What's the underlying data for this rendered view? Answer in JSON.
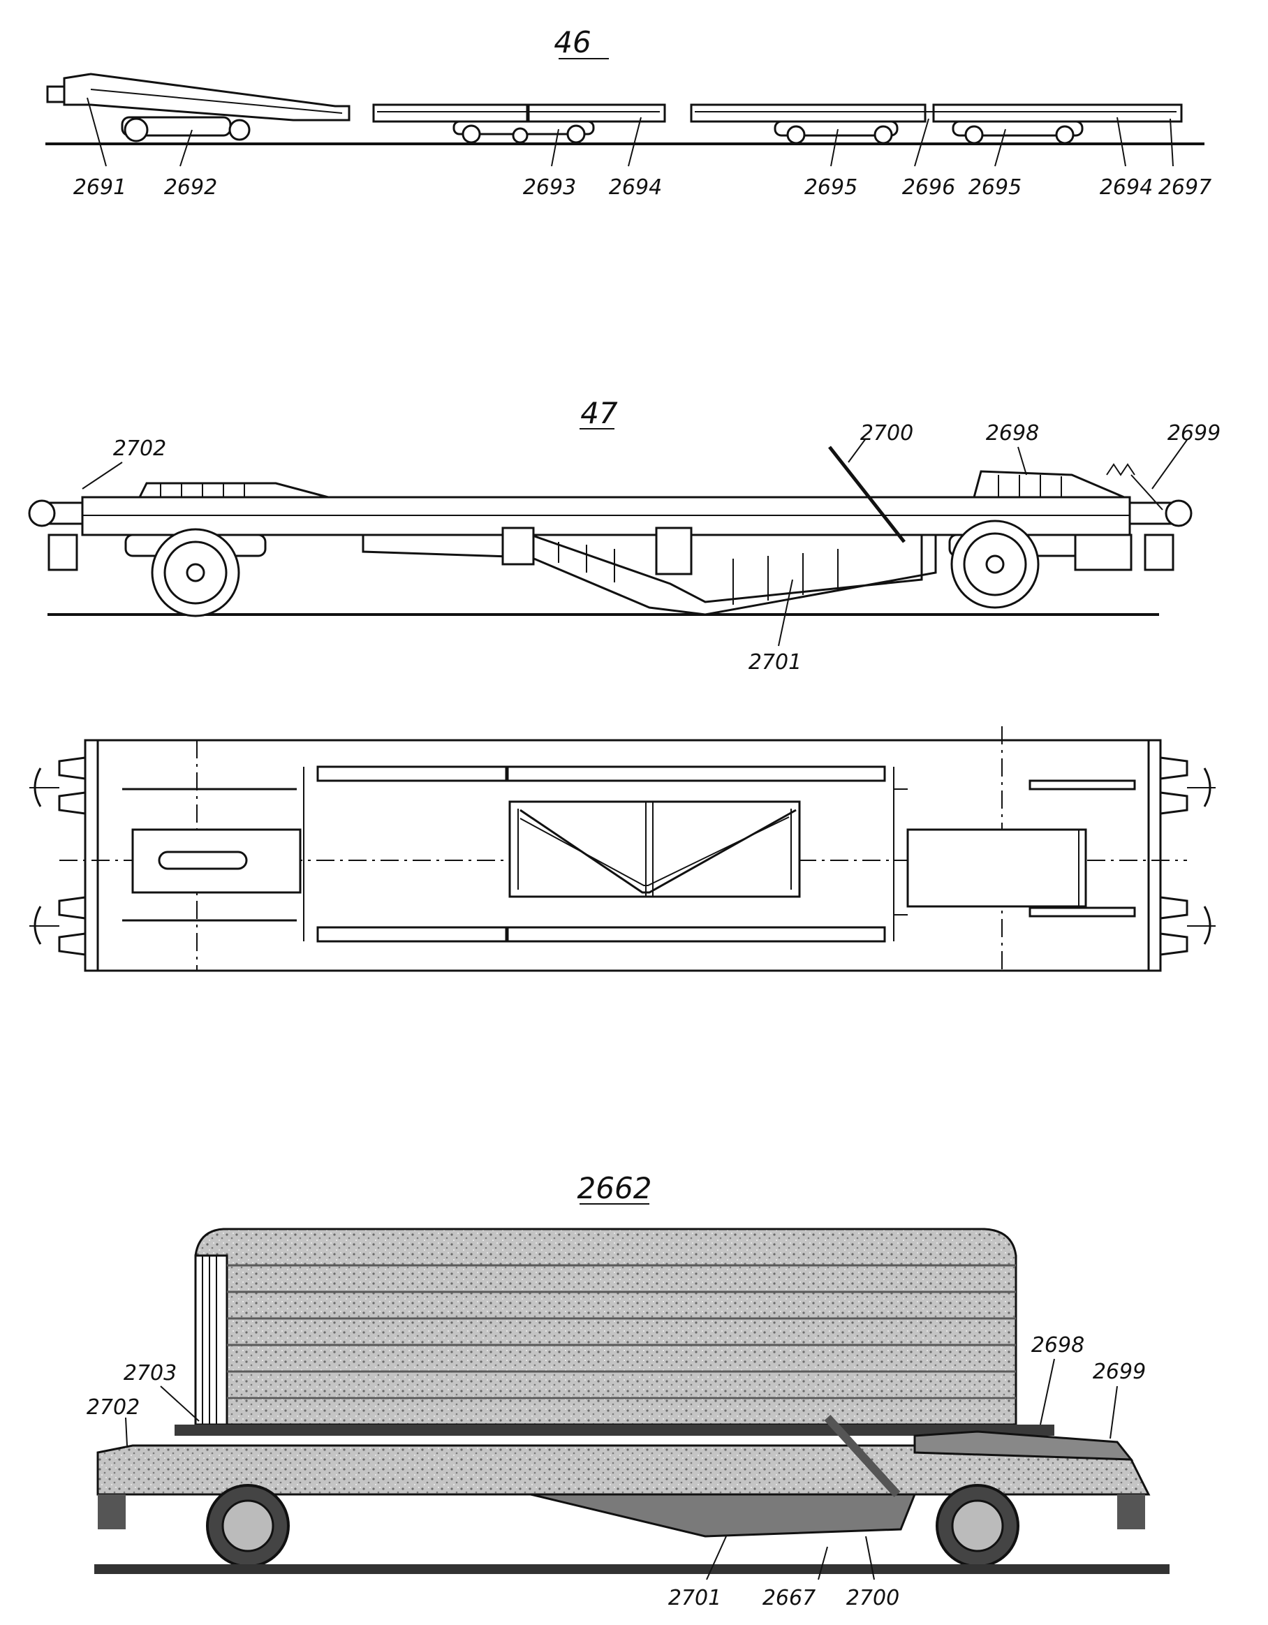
{
  "figures": [
    {
      "id": "46",
      "caption": "46",
      "labels": [
        "2691",
        "2692",
        "2693",
        "2694",
        "2695",
        "2696",
        "2695",
        "2694",
        "2697"
      ]
    },
    {
      "id": "47",
      "caption": "47",
      "labels": [
        "2702",
        "2700",
        "2698",
        "2699",
        "2701"
      ]
    },
    {
      "id": "2662",
      "caption": "2662",
      "labels": [
        "2703",
        "2702",
        "2698",
        "2699",
        "2701",
        "2667",
        "2700"
      ]
    }
  ],
  "colors": {
    "ink": "#111111",
    "paper": "#ffffff",
    "container_tone": "#b8b8b8"
  }
}
